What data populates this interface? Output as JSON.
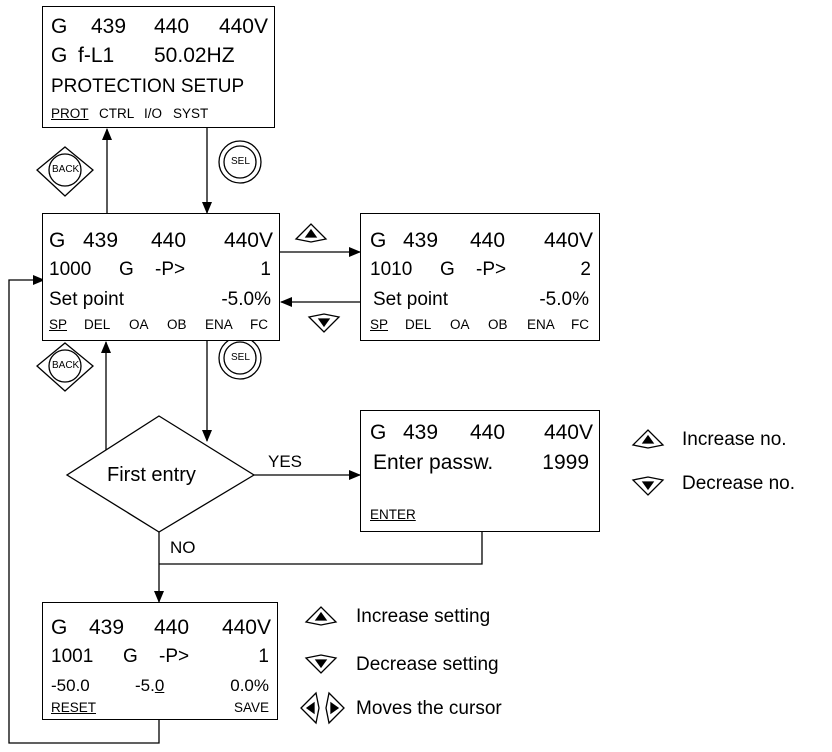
{
  "box_protection": {
    "line1": [
      "G",
      "439",
      "440",
      "440V"
    ],
    "line2": [
      "G",
      "f-L1",
      "50.02HZ"
    ],
    "line3": "PROTECTION SETUP",
    "menu": [
      "PROT",
      "CTRL",
      "I/O",
      "SYST"
    ]
  },
  "box_setpoint": {
    "line1": [
      "G",
      "439",
      "440",
      "440V"
    ],
    "line2": [
      "1000",
      "G",
      "-P>",
      "1"
    ],
    "line3": [
      "Set point",
      "-5.0%"
    ],
    "menu": [
      "SP",
      "DEL",
      "OA",
      "OB",
      "ENA",
      "FC"
    ]
  },
  "box_setpoint_next": {
    "line1": [
      "G",
      "439",
      "440",
      "440V"
    ],
    "line2": [
      "1010",
      "G",
      "-P>",
      "2"
    ],
    "line3": [
      "Set point",
      "-5.0%"
    ],
    "menu": [
      "SP",
      "DEL",
      "OA",
      "OB",
      "ENA",
      "FC"
    ]
  },
  "box_password": {
    "line1": [
      "G",
      "439",
      "440",
      "440V"
    ],
    "line2": [
      "Enter passw.",
      "1999"
    ],
    "menu": "ENTER"
  },
  "box_edit": {
    "line1": [
      "G",
      "439",
      "440",
      "440V"
    ],
    "line2": [
      "1001",
      "G",
      "-P>",
      "1"
    ],
    "line3": [
      "-50.0",
      "-5.",
      "0",
      "0.0%"
    ],
    "menu": [
      "RESET",
      "SAVE"
    ]
  },
  "buttons": {
    "back": "BACK",
    "sel": "SEL"
  },
  "decision": {
    "label": "First entry",
    "yes": "YES",
    "no": "NO"
  },
  "legend_right": [
    "Increase no.",
    "Decrease no."
  ],
  "legend_bottom": [
    "Increase setting",
    "Decrease setting",
    "Moves the cursor"
  ]
}
